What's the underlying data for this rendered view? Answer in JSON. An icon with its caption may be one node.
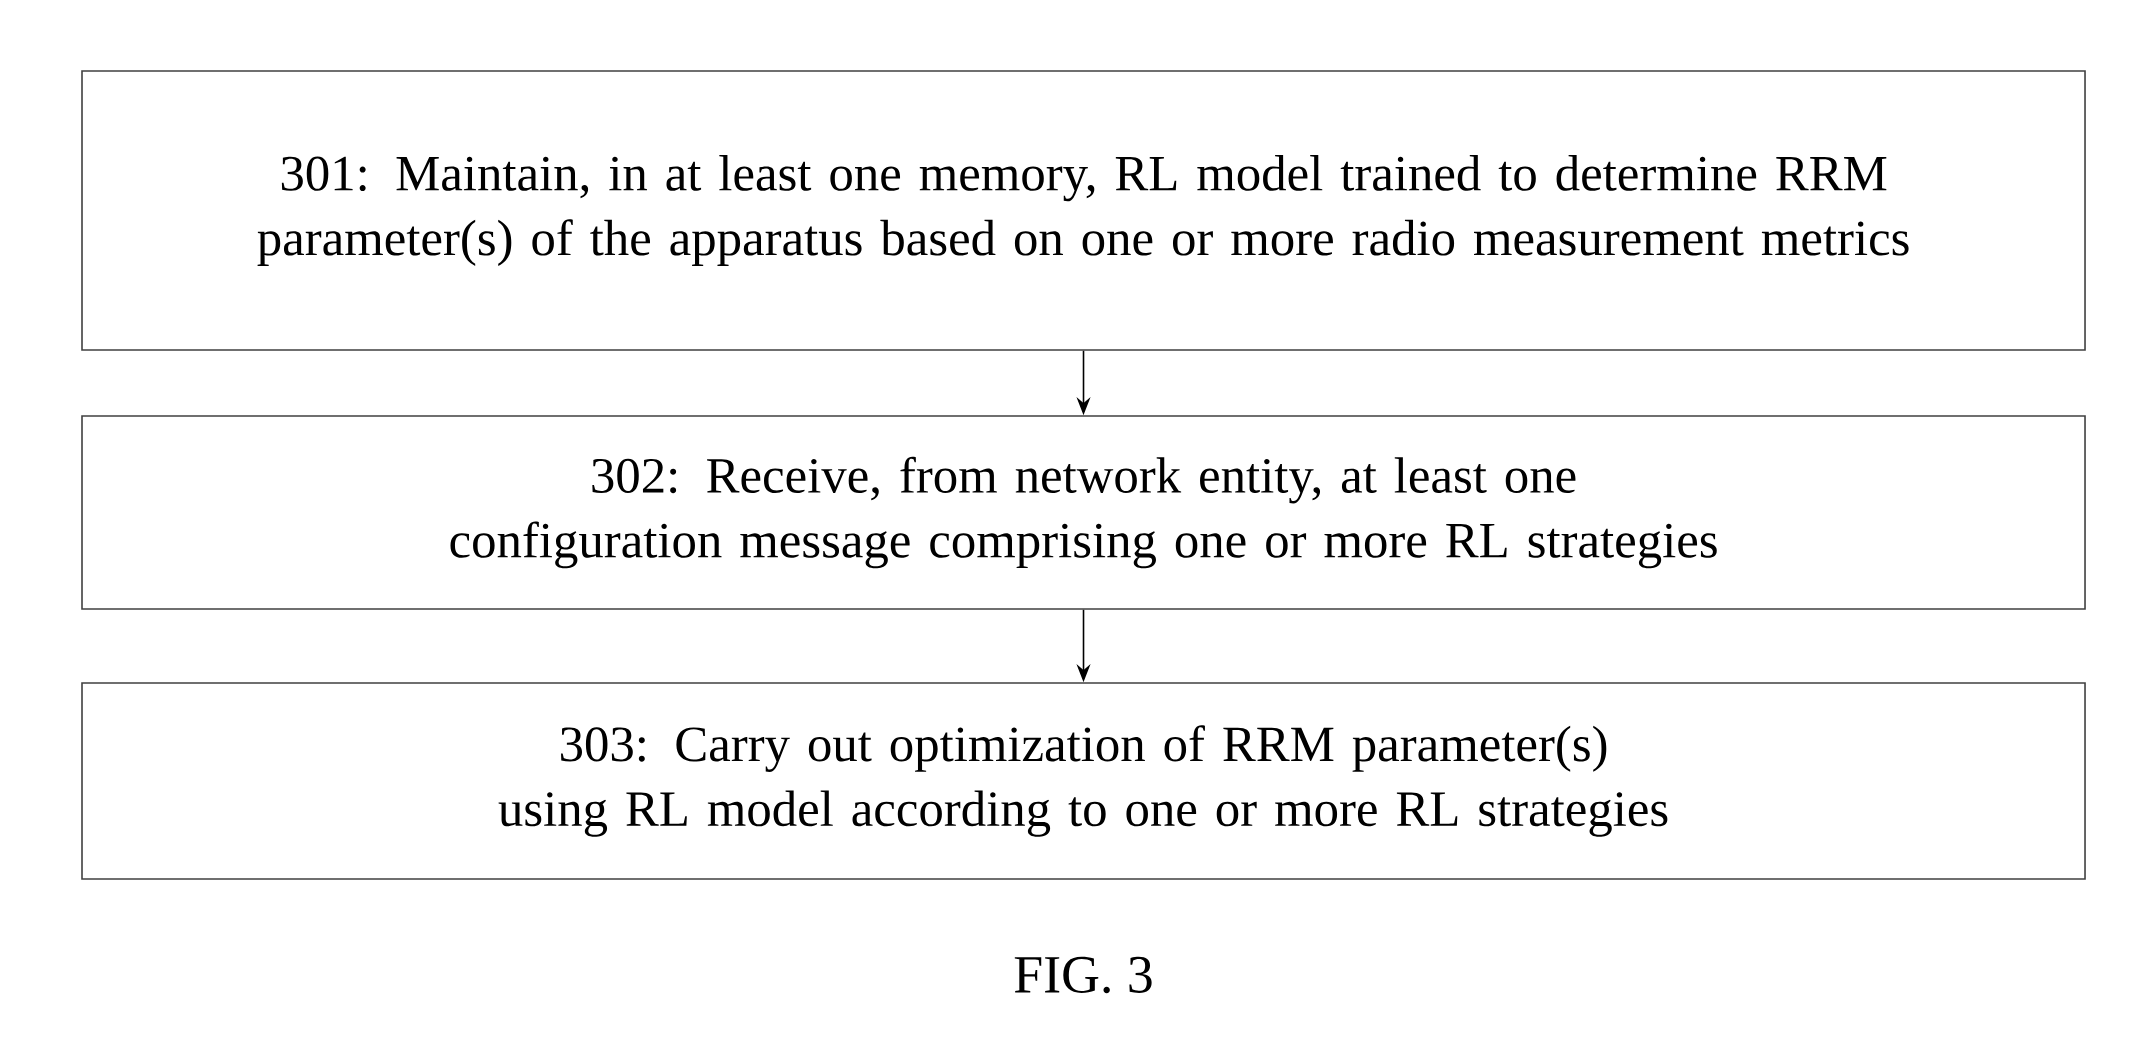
{
  "diagram": {
    "caption": "FIG. 3",
    "nodes": [
      {
        "text": [
          "301: Maintain, in at least one memory, RL model trained to determine RRM parameter(s) of the apparatus based on one or more radio measurement metrics"
        ]
      },
      {
        "text": [
          "302: Receive, from network entity, at least one configuration message comprising one or more RL strategies"
        ]
      },
      {
        "text": [
          "303: Carry out optimization of RRM parameter(s) using RL model according to one or more RL strategies"
        ]
      }
    ],
    "edges": [
      {
        "from": 0,
        "to": 1,
        "arrow": "to"
      },
      {
        "from": 1,
        "to": 2,
        "arrow": "to"
      }
    ]
  }
}
